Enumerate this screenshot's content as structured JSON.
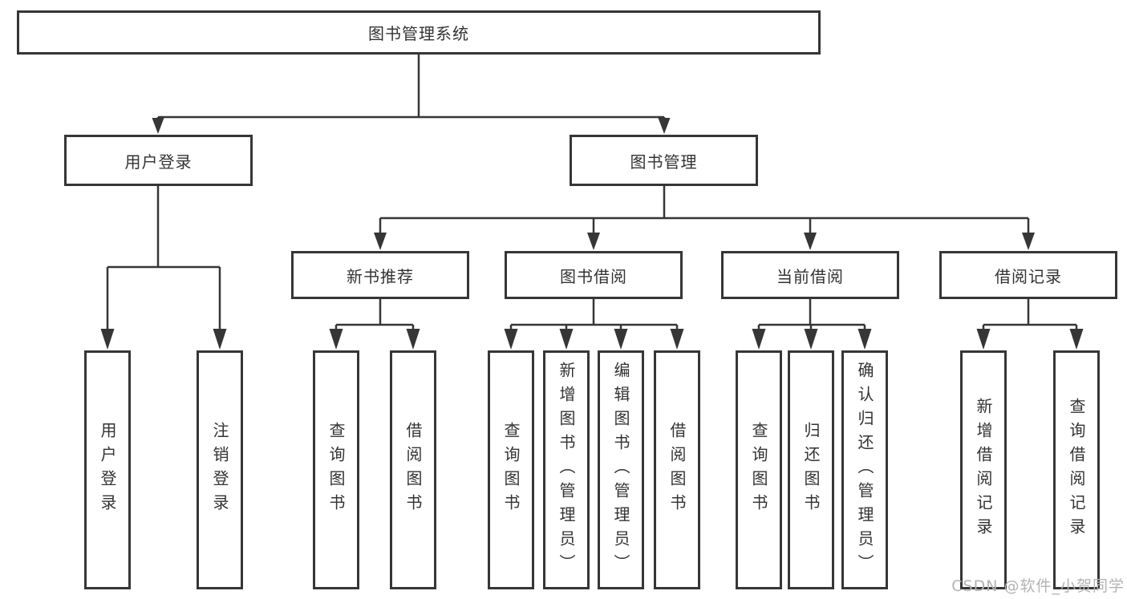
{
  "diagram": {
    "root": {
      "label": "图书管理系统"
    },
    "level1": [
      {
        "label": "用户登录",
        "leaves": [
          "用户登录",
          "注销登录"
        ]
      },
      {
        "label": "图书管理",
        "groups": [
          {
            "label": "新书推荐",
            "leaves": [
              "查询图书",
              "借阅图书"
            ]
          },
          {
            "label": "图书借阅",
            "leaves": [
              "查询图书",
              "新增图书（管理员）",
              "编辑图书（管理员）",
              "借阅图书"
            ]
          },
          {
            "label": "当前借阅",
            "leaves": [
              "查询图书",
              "归还图书",
              "确认归还（管理员）"
            ]
          },
          {
            "label": "借阅记录",
            "leaves": [
              "新增借阅记录",
              "查询借阅记录"
            ]
          }
        ]
      }
    ]
  },
  "watermark": {
    "text": "CSDN @软件_小贺同学"
  },
  "colors": {
    "line": "#363636",
    "text": "#333333",
    "watermark": "#b3b3b3",
    "background": "#ffffff"
  }
}
